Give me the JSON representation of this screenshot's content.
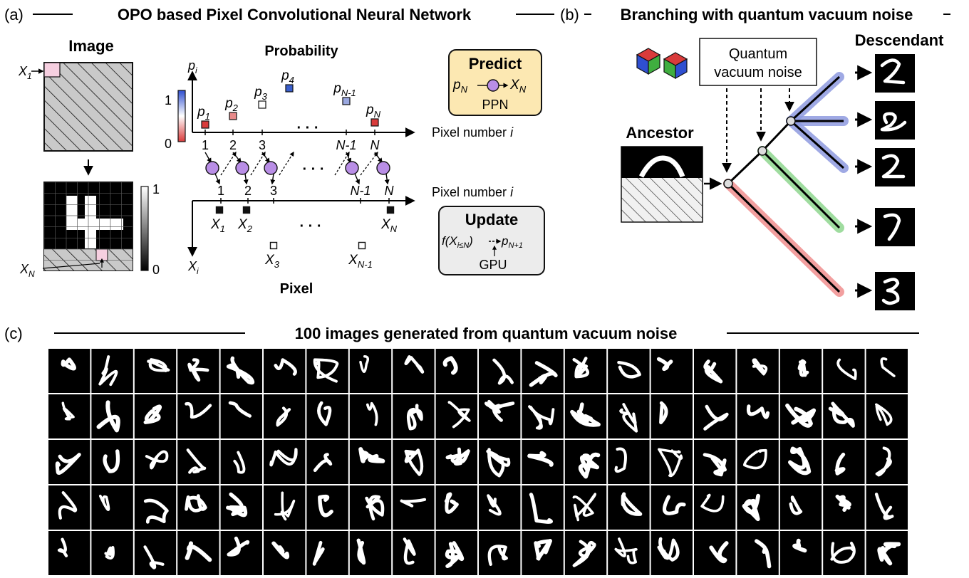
{
  "panel_a": {
    "label": "(a)",
    "title": "OPO based Pixel Convolutional Neural Network",
    "image_title": "Image",
    "x1_label": "X",
    "x1_sub": "1",
    "xn_label": "X",
    "xn_sub": "N",
    "colorbar_prob": {
      "top": "1",
      "bottom": "0"
    },
    "colorbar_pixel": {
      "top": "1",
      "bottom": "0"
    },
    "probability_title": "Probability",
    "pi_axis": "p",
    "pi_sub": "i",
    "prob_points": [
      {
        "base": "p",
        "sub": "1",
        "color": "#d93b3b",
        "filled": true
      },
      {
        "base": "p",
        "sub": "2",
        "color": "#e88a8a",
        "filled": true
      },
      {
        "base": "p",
        "sub": "3",
        "color": "#ffffff",
        "filled": false
      },
      {
        "base": "p",
        "sub": "4",
        "color": "#3a5fcd",
        "filled": true
      },
      {
        "base": "p",
        "sub": "N-1",
        "color": "#9aa8e0",
        "filled": true
      },
      {
        "base": "p",
        "sub": "N",
        "color": "#d93b3b",
        "filled": true
      }
    ],
    "ellipsis": "· · ·",
    "top_ticks": [
      "1",
      "2",
      "3",
      "N-1",
      "N"
    ],
    "bottom_ticks": [
      "1",
      "2",
      "3",
      "N-1",
      "N"
    ],
    "pixel_number_label": "Pixel number ",
    "pixel_number_var": "i",
    "xi_axis": "X",
    "xi_sub": "i",
    "pixel_points": [
      {
        "base": "X",
        "sub": "1",
        "filled": true
      },
      {
        "base": "X",
        "sub": "2",
        "filled": true
      },
      {
        "base": "X",
        "sub": "3",
        "filled": false
      },
      {
        "base": "X",
        "sub": "N-1",
        "filled": false
      },
      {
        "base": "X",
        "sub": "N",
        "filled": true
      }
    ],
    "pixel_title": "Pixel",
    "predict_box": {
      "title": "Predict",
      "p_base": "p",
      "p_sub": "N",
      "x_base": "X",
      "x_sub": "N",
      "footer": "PPN",
      "fill": "#fce8b2"
    },
    "update_box": {
      "title": "Update",
      "f_text": "f(X",
      "f_sub": "i≤N",
      "f_close": ")",
      "p_base": "p",
      "p_sub": "N+1",
      "footer": "GPU",
      "fill": "#ececec"
    },
    "node_color": "#b98ee6"
  },
  "panel_b": {
    "label": "(b)",
    "title": "Branching with quantum vacuum noise",
    "noise_line1": "Quantum",
    "noise_line2": "vacuum noise",
    "ancestor": "Ancestor",
    "descendant": "Descendant",
    "branch_colors": [
      "#8f9be0",
      "#8fd68f",
      "#f08f8f"
    ],
    "cube_colors": [
      "#d93b3b",
      "#3fae3f",
      "#2f4fd0"
    ]
  },
  "panel_c": {
    "label": "(c)",
    "title": "100 images generated from quantum vacuum noise",
    "rows": 5,
    "cols": 20
  }
}
